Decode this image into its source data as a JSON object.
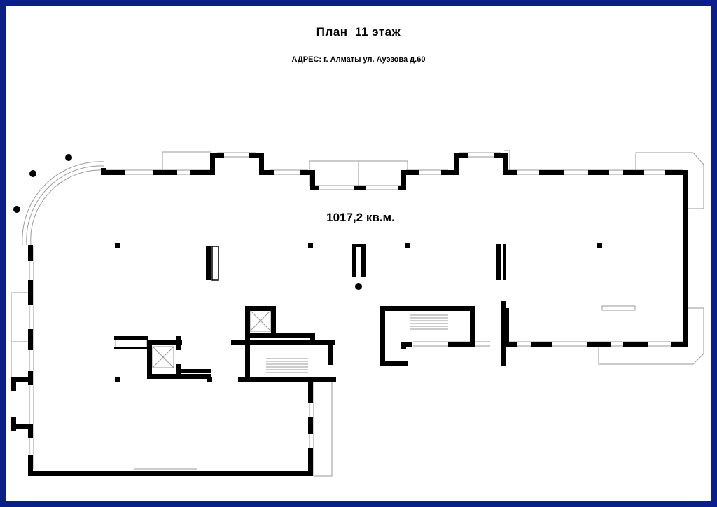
{
  "plan": {
    "title": "План  11 этаж",
    "address": "АДРЕС: г. Алматы ул. Ауэзова д.60",
    "area": "1017,2 кв.м."
  },
  "colors": {
    "frame": "#0b1f8a",
    "wall": "#000000",
    "glazing": "#9a9a9a",
    "background": "#ffffff"
  }
}
